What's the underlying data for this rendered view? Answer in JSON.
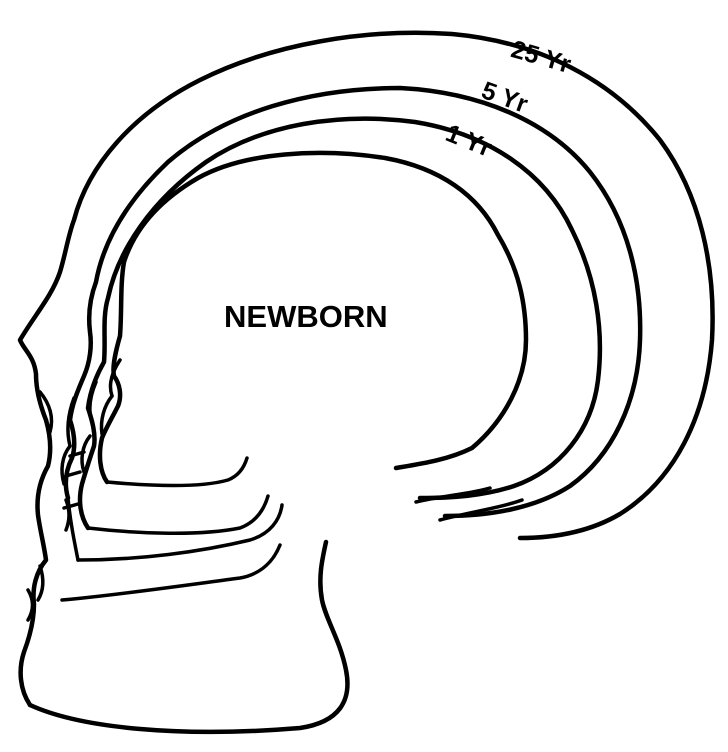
{
  "labels": {
    "newborn": "NEWBORN",
    "one_year": "1 Yr",
    "five_year": "5 Yr",
    "twenty_five_year": "25 Yr"
  },
  "colors": {
    "line": "#000000",
    "background": "#ffffff"
  }
}
